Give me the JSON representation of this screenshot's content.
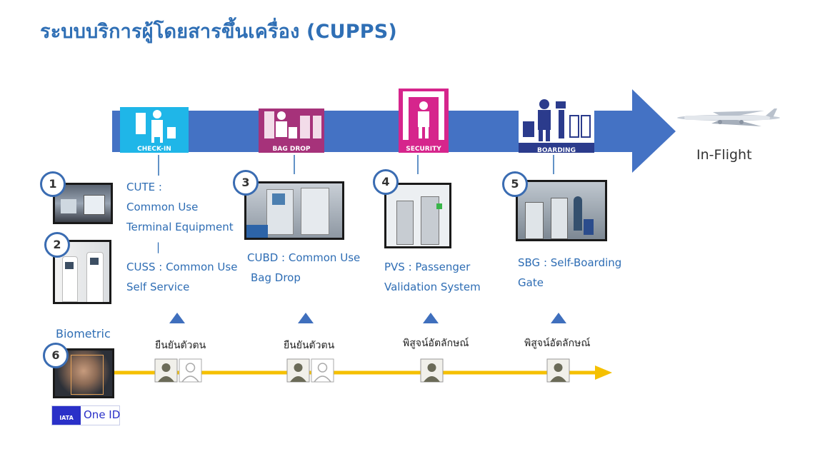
{
  "title": "ระบบบริการผู้โดยสารขึ้นเครื่อง (CUPPS)",
  "stations": [
    {
      "label": "CHECK-IN",
      "color": "#1fb6e8"
    },
    {
      "label": "BAG DROP",
      "color": "#a6327a"
    },
    {
      "label": "SECURITY",
      "color": "#d6258c"
    },
    {
      "label": "BOARDING",
      "color": "#2b3b8c"
    }
  ],
  "inflight": "In-Flight",
  "services": [
    {
      "number": "1",
      "lines": [
        "CUTE :",
        "Common Use",
        "Terminal Equipment"
      ]
    },
    {
      "number": "2",
      "lines": [
        "CUSS : Common Use",
        "Self Service"
      ]
    },
    {
      "number": "3",
      "lines": [
        "CUBD : Common Use",
        "Bag Drop"
      ]
    },
    {
      "number": "4",
      "lines": [
        "PVS : Passenger",
        "Validation System"
      ]
    },
    {
      "number": "5",
      "lines": [
        "SBG : Self-Boarding",
        "Gate"
      ]
    },
    {
      "number": "6",
      "lines": []
    }
  ],
  "separator": "|",
  "biometric": "Biometric",
  "verify_steps": [
    "ยืนยันตัวตน",
    "ยืนยันตัวตน",
    "พิสูจน์อัตลักษณ์",
    "พิสูจน์อัตลักษณ์"
  ],
  "oneid": {
    "brand": "IATA",
    "label": "One ID"
  },
  "colors": {
    "arrow": "#4472c4",
    "timeline": "#f5c000",
    "accent": "#2f6fb5"
  }
}
